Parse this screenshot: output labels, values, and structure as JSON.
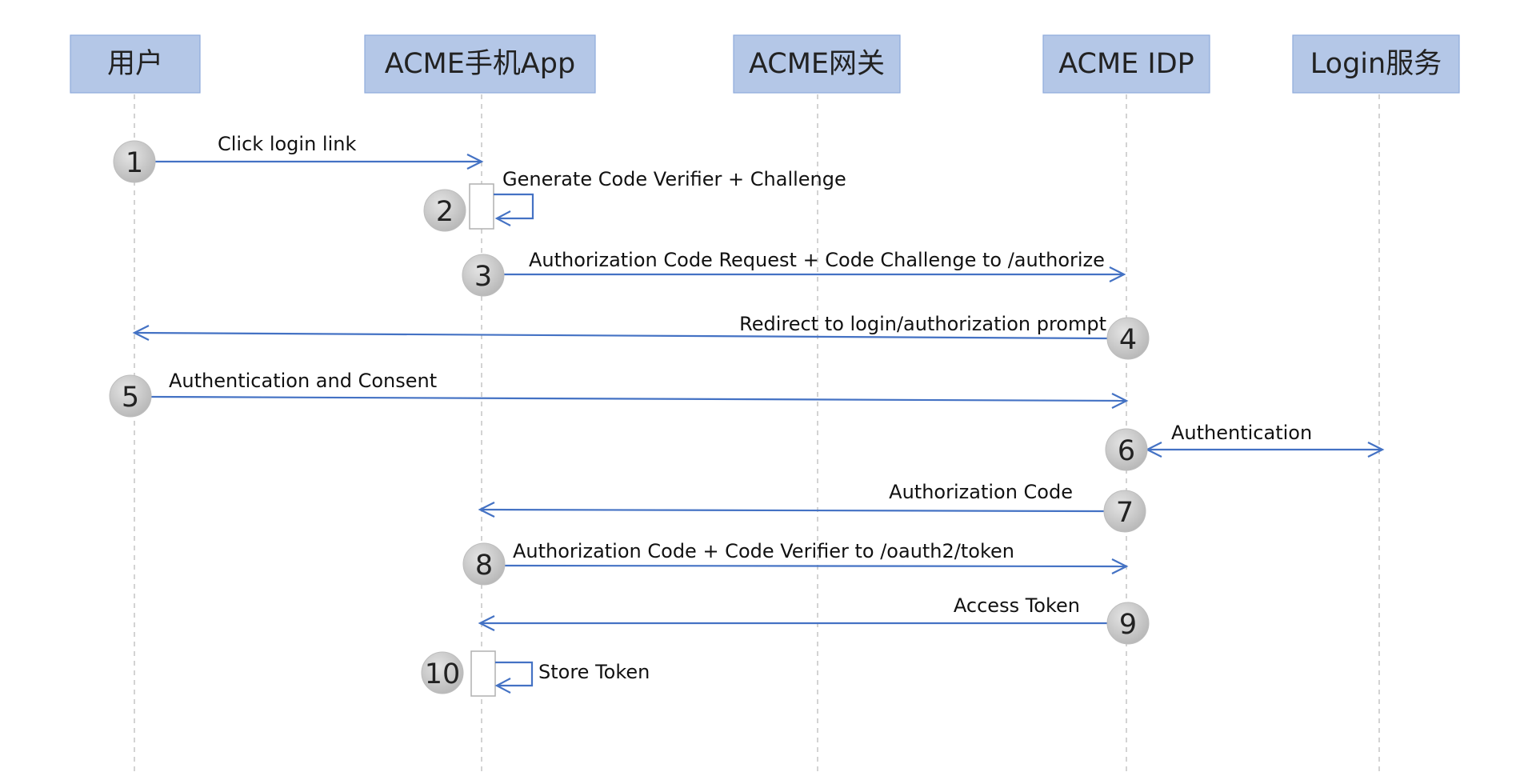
{
  "actors": [
    {
      "id": "user",
      "label": "用户"
    },
    {
      "id": "app",
      "label": "ACME手机App"
    },
    {
      "id": "gateway",
      "label": "ACME网关"
    },
    {
      "id": "idp",
      "label": "ACME IDP"
    },
    {
      "id": "login",
      "label": "Login服务"
    }
  ],
  "steps": [
    {
      "number": "1",
      "label": "Click login link",
      "from": "user",
      "to": "app"
    },
    {
      "number": "2",
      "label": "Generate Code Verifier + Challenge",
      "from": "app",
      "to": "app"
    },
    {
      "number": "3",
      "label": "Authorization Code Request + Code Challenge to /authorize",
      "from": "app",
      "to": "idp"
    },
    {
      "number": "4",
      "label": "Redirect to login/authorization prompt",
      "from": "idp",
      "to": "user"
    },
    {
      "number": "5",
      "label": "Authentication and Consent",
      "from": "user",
      "to": "idp"
    },
    {
      "number": "6",
      "label": "Authentication",
      "from": "idp",
      "to": "login",
      "bidirectional": true
    },
    {
      "number": "7",
      "label": "Authorization Code",
      "from": "idp",
      "to": "app"
    },
    {
      "number": "8",
      "label": "Authorization Code + Code Verifier to /oauth2/token",
      "from": "app",
      "to": "idp"
    },
    {
      "number": "9",
      "label": "Access Token",
      "from": "idp",
      "to": "app"
    },
    {
      "number": "10",
      "label": "Store Token",
      "from": "app",
      "to": "app"
    }
  ]
}
